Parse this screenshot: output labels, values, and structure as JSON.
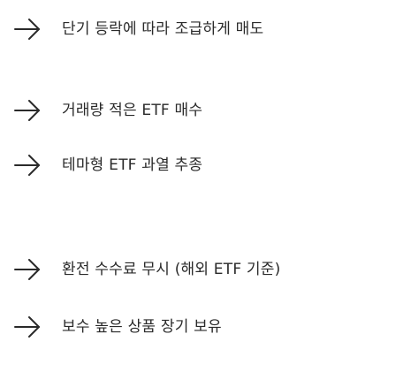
{
  "list": {
    "items": [
      {
        "icon": "arrow-right-icon",
        "label": "단기 등락에 따라 조급하게 매도"
      },
      {
        "icon": "arrow-right-icon",
        "label": "거래량 적은 ETF 매수"
      },
      {
        "icon": "arrow-right-icon",
        "label": "테마형 ETF 과열 추종"
      },
      {
        "icon": "arrow-right-icon",
        "label": "환전 수수료 무시 (해외 ETF 기준)"
      },
      {
        "icon": "arrow-right-icon",
        "label": "보수 높은 상품 장기 보유"
      }
    ]
  },
  "colors": {
    "text": "#2a2a2a",
    "arrow": "#2a2a2a",
    "background": "#ffffff"
  }
}
